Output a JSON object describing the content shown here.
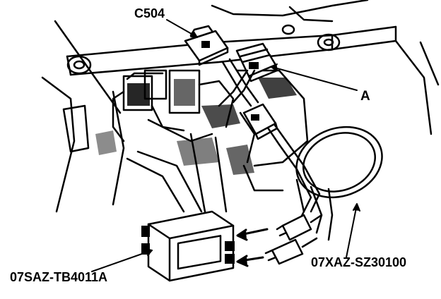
{
  "callouts": {
    "connector": "C504",
    "part_a": "A",
    "module": "07SAZ-TB4011A",
    "harness": "07XAZ-SZ30100"
  },
  "colors": {
    "line": "#000000",
    "background": "#ffffff"
  }
}
